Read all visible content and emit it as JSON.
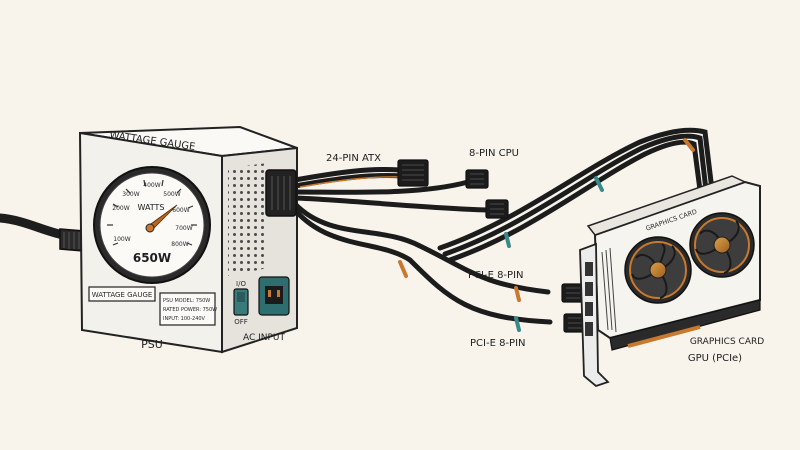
{
  "psu": {
    "gauge_title": "WATTAGE GAUGE",
    "dial_ticks": [
      "100W",
      "200W",
      "300W",
      "400W",
      "500W",
      "600W",
      "700W",
      "800W"
    ],
    "dial_unit": "WATTS",
    "dial_reading": "650W",
    "label_badge": "WATTAGE GAUGE",
    "spec_lines": [
      "PSU MODEL: 750W",
      "RATED POWER: 750W",
      "INPUT: 100-240V"
    ],
    "caption": "PSU",
    "switch_top": "I/O",
    "switch_bottom": "OFF",
    "ac_label": "AC INPUT"
  },
  "connectors": {
    "atx24": "24-PIN ATX",
    "cpu8": "8-PIN CPU",
    "pcie_a": "PCI-E 8-PIN",
    "pcie_b": "PCI-E 8-PIN"
  },
  "gpu": {
    "shroud_text": "GRAPHICS CARD",
    "caption_line1": "GRAPHICS CARD",
    "caption_line2": "GPU (PCIe)"
  },
  "colors": {
    "background": "#f8f4ec",
    "cable": "#1c1c1c",
    "accent_orange": "#c8792e",
    "accent_teal": "#3a8a8a",
    "case": "#f1efea"
  }
}
